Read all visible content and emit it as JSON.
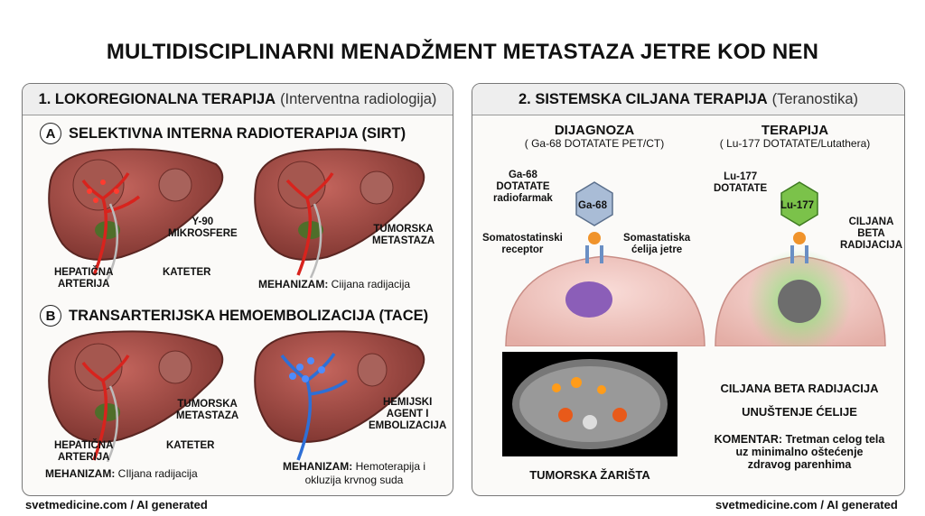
{
  "title": "MULTIDISCIPLINARNI MENADŽMENT METASTAZA JETRE KOD NEN",
  "left": {
    "header_bold": "1. LOKOREGIONALNA TERAPIJA",
    "header_light": "(Interventna radiologija)",
    "sec_a": {
      "letter": "A",
      "title": "SELEKTIVNA INTERNA RADIOTERAPIJA (SIRT)"
    },
    "sec_b": {
      "letter": "B",
      "title": "TRANSARTERIJSKA HEMOEMBOLIZACIJA (TACE)"
    },
    "labels": {
      "y90": "Y-90\nMIKROSFERE",
      "hep_a": "HEPATIČNA\nARTERIJA",
      "kat_a": "KATETER",
      "tum_a": "TUMORSKA\nMETASTAZA",
      "tum_b": "TUMORSKA\nMETASTAZA",
      "hep_b": "HEPATIČNA\nARTERIJA",
      "kat_b": "KATETER",
      "hem": "HEMIJSKI\nAGENT I\nEMBOLIZACIJA"
    },
    "mech": {
      "prefix": "MEHANIZAM:",
      "a": "Ciijana radijacija",
      "b1": "CIljana radijacija",
      "b2_line1": "Hemoterapija i",
      "b2_line2": "okluzija krvnog suda"
    }
  },
  "right": {
    "header_bold": "2. SISTEMSKA CILJANA TERAPIJA",
    "header_light": "(Teranostika)",
    "diag": {
      "title": "DIJAGNOZA",
      "sub": "( Ga-68 DOTATATE PET/CT)",
      "agent": "Ga-68\nDOTATATE\nradiofarmak",
      "hex": "Ga-68",
      "receptor": "Somatostatinski\nreceptor",
      "cell": "Somastatiska\nćelija jetre",
      "result": "TUMORSKA ŽARIŠTA"
    },
    "ther": {
      "title": "TERAPIJA",
      "sub": "( Lu-177 DOTATATE/Lutathera)",
      "agent": "Lu-177\nDOTATATE",
      "hex": "Lu-177",
      "beta": "CILJANA\nBETA\nRADIJACIJA",
      "r1": "CILJANA BETA RADIJACIJA",
      "r2": "UNUŠTENJE ĆELIJE",
      "comment_prefix": "KOMENTAR:",
      "comment_line1": "Tretman celog tela",
      "comment_line2": "uz minimalno oštećenje",
      "comment_line3": "zdravog parenhima"
    }
  },
  "footer_left": "svetmedicine.com / AI generated",
  "footer_right": "svetmedicine.com / AI generated",
  "colors": {
    "liver": "#9e4a44",
    "artery": "#d8231d",
    "tace": "#2e6fd6",
    "ga_hex": "#a9bcd6",
    "lu_hex": "#7bc24a",
    "glow": "#7be06a"
  }
}
